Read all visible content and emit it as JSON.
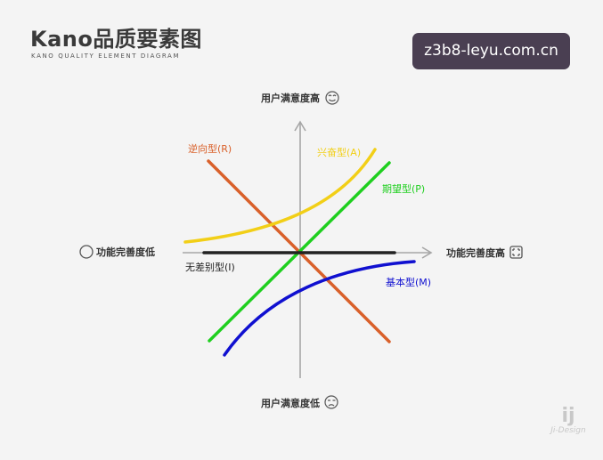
{
  "header": {
    "title": "Kano品质要素图",
    "subtitle": "KANO QUALITY ELEMENT DIAGRAM"
  },
  "watermark": "z3b8-leyu.com.cn",
  "axes": {
    "top_label": "用户满意度高",
    "bottom_label": "用户满意度低",
    "left_label": "功能完善度低",
    "right_label": "功能完善度高"
  },
  "curves": {
    "excitement": {
      "label": "兴奋型(A)",
      "color": "#f2cf17"
    },
    "performance": {
      "label": "期望型(P)",
      "color": "#1fcf1f"
    },
    "reverse": {
      "label": "逆向型(R)",
      "color": "#d9602a"
    },
    "indifferent": {
      "label": "无差别型(I)",
      "color": "#222222"
    },
    "basic": {
      "label": "基本型(M)",
      "color": "#1010d0"
    }
  },
  "brand": {
    "glyph": "ij",
    "text": "Ji-Design"
  }
}
